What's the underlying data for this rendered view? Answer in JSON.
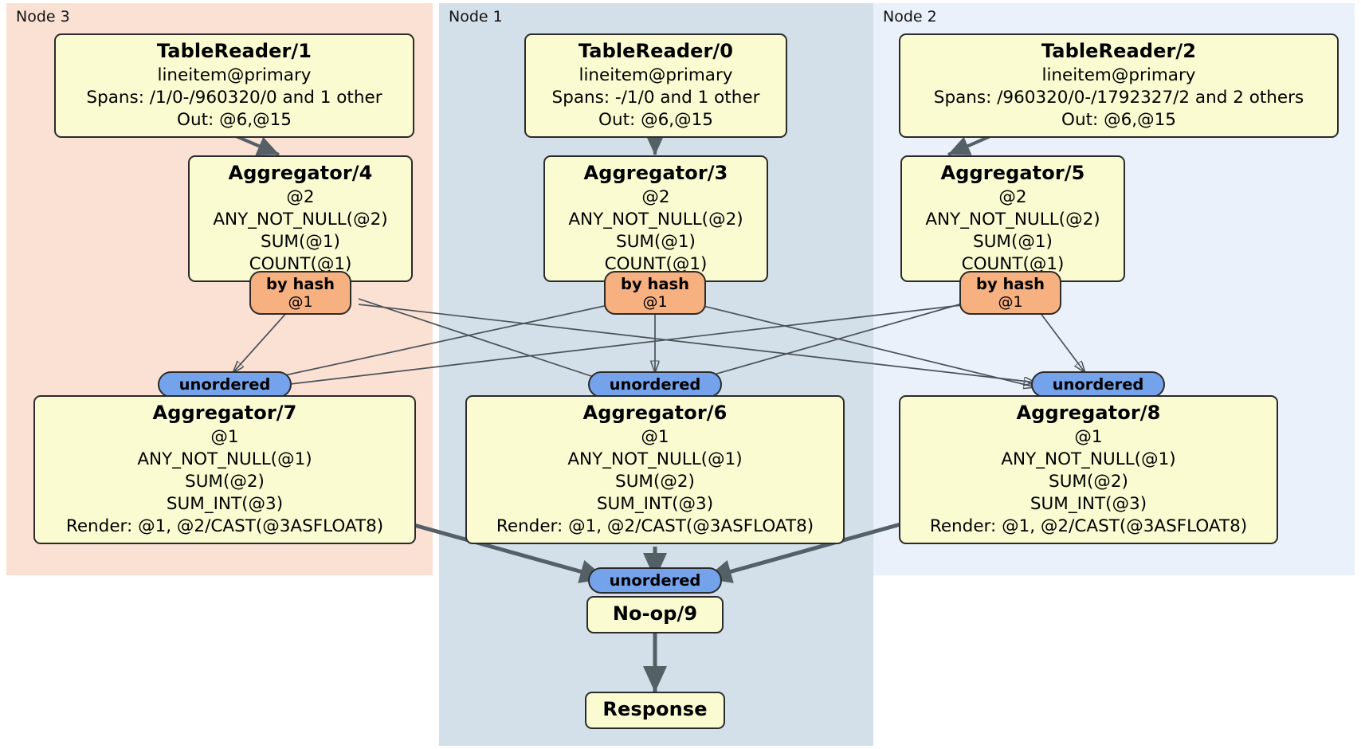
{
  "diagram": {
    "type": "distributed-query-plan",
    "title": "",
    "colors": {
      "node3_panel": "#fbe1d4",
      "node1_panel": "#d3e0ea",
      "node2_panel": "#eaf1fb",
      "processor_box": "#fbfbd2",
      "box_border": "#2b2b2b",
      "hash_router": "#f7b080",
      "unordered_synchronizer": "#74a3ec",
      "edge": "#555f66"
    }
  },
  "nodes": [
    {
      "id": "node3",
      "label": "Node 3"
    },
    {
      "id": "node1",
      "label": "Node 1"
    },
    {
      "id": "node2",
      "label": "Node 2"
    }
  ],
  "processors": {
    "table_reader_1": {
      "title": "TableReader/1",
      "lines": [
        "lineitem@primary",
        "Spans: /1/0-/960320/0 and 1 other",
        "Out: @6,@15"
      ]
    },
    "table_reader_0": {
      "title": "TableReader/0",
      "lines": [
        "lineitem@primary",
        "Spans: -/1/0 and 1 other",
        "Out: @6,@15"
      ]
    },
    "table_reader_2": {
      "title": "TableReader/2",
      "lines": [
        "lineitem@primary",
        "Spans: /960320/0-/1792327/2 and 2 others",
        "Out: @6,@15"
      ]
    },
    "aggregator_4": {
      "title": "Aggregator/4",
      "lines": [
        "@2",
        "ANY_NOT_NULL(@2)",
        "SUM(@1)",
        "COUNT(@1)"
      ]
    },
    "aggregator_3": {
      "title": "Aggregator/3",
      "lines": [
        "@2",
        "ANY_NOT_NULL(@2)",
        "SUM(@1)",
        "COUNT(@1)"
      ]
    },
    "aggregator_5": {
      "title": "Aggregator/5",
      "lines": [
        "@2",
        "ANY_NOT_NULL(@2)",
        "SUM(@1)",
        "COUNT(@1)"
      ]
    },
    "aggregator_7": {
      "title": "Aggregator/7",
      "lines": [
        "@1",
        "ANY_NOT_NULL(@1)",
        "SUM(@2)",
        "SUM_INT(@3)",
        "Render: @1, @2/CAST(@3ASFLOAT8)"
      ]
    },
    "aggregator_6": {
      "title": "Aggregator/6",
      "lines": [
        "@1",
        "ANY_NOT_NULL(@1)",
        "SUM(@2)",
        "SUM_INT(@3)",
        "Render: @1, @2/CAST(@3ASFLOAT8)"
      ]
    },
    "aggregator_8": {
      "title": "Aggregator/8",
      "lines": [
        "@1",
        "ANY_NOT_NULL(@1)",
        "SUM(@2)",
        "SUM_INT(@3)",
        "Render: @1, @2/CAST(@3ASFLOAT8)"
      ]
    },
    "noop_9": {
      "title": "No-op/9",
      "lines": []
    },
    "response": {
      "title": "Response",
      "lines": []
    }
  },
  "routers": {
    "hash_left": {
      "label": "by hash",
      "sub": "@1"
    },
    "hash_mid": {
      "label": "by hash",
      "sub": "@1"
    },
    "hash_right": {
      "label": "by hash",
      "sub": "@1"
    },
    "unordered_left": {
      "label": "unordered"
    },
    "unordered_mid": {
      "label": "unordered"
    },
    "unordered_right": {
      "label": "unordered"
    },
    "unordered_final": {
      "label": "unordered"
    }
  }
}
